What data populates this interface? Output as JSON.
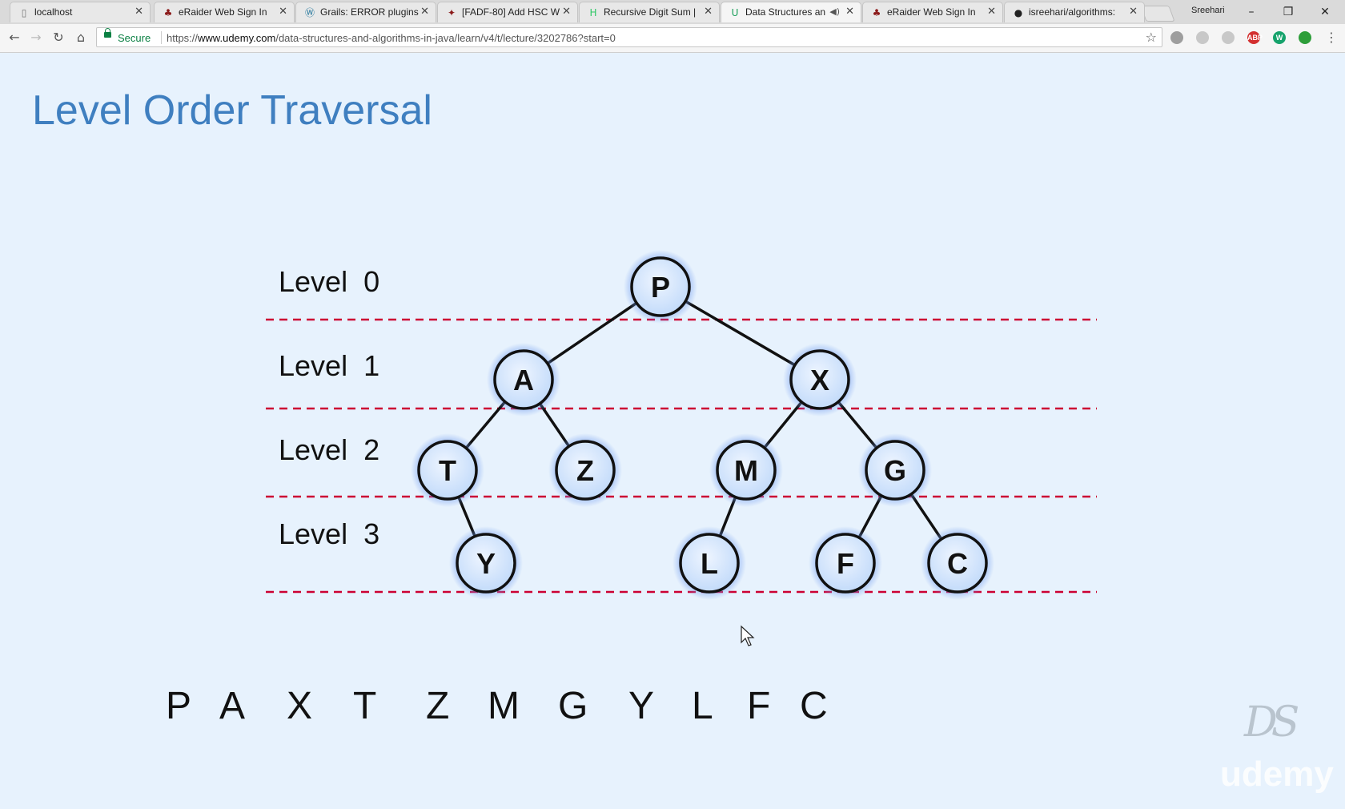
{
  "browser": {
    "tabs": [
      {
        "title": "localhost",
        "icon": "page-icon",
        "active": false
      },
      {
        "title": "eRaider Web Sign In",
        "icon": "ttu-icon",
        "active": false
      },
      {
        "title": "Grails: ERROR plugins",
        "icon": "wordpress-icon",
        "active": false
      },
      {
        "title": "[FADF-80] Add HSC W",
        "icon": "jira-icon",
        "active": false
      },
      {
        "title": "Recursive Digit Sum |",
        "icon": "hackerrank-icon",
        "active": false
      },
      {
        "title": "Data Structures an",
        "icon": "udemy-icon",
        "active": true,
        "audio": true
      },
      {
        "title": "eRaider Web Sign In",
        "icon": "ttu-icon",
        "active": false
      },
      {
        "title": "isreehari/algorithms:",
        "icon": "github-icon",
        "active": false
      }
    ],
    "profile_name": "Sreehari",
    "secure_label": "Secure",
    "url_scheme": "https://",
    "url_host": "www.udemy.com",
    "url_path": "/data-structures-and-algorithms-in-java/learn/v4/t/lecture/3202786?start=0",
    "extensions": [
      {
        "name": "extension-1-icon",
        "color": "#9e9e9e",
        "label": ""
      },
      {
        "name": "extension-2-icon",
        "color": "#c8c8c8",
        "label": ""
      },
      {
        "name": "extension-3-icon",
        "color": "#c8c8c8",
        "label": ""
      },
      {
        "name": "adblock-plus-icon",
        "color": "#d32f2f",
        "label": "ABP"
      },
      {
        "name": "grammarly-icon",
        "color": "#15a26b",
        "label": "W"
      },
      {
        "name": "extension-speaker-icon",
        "color": "#2e9e3a",
        "label": ""
      }
    ]
  },
  "slide": {
    "title": "Level Order Traversal",
    "levels": [
      "Level  0",
      "Level  1",
      "Level  2",
      "Level  3"
    ],
    "tree": {
      "nodes": [
        {
          "id": "P",
          "level": 0
        },
        {
          "id": "A",
          "level": 1
        },
        {
          "id": "X",
          "level": 1
        },
        {
          "id": "T",
          "level": 2
        },
        {
          "id": "Z",
          "level": 2
        },
        {
          "id": "M",
          "level": 2
        },
        {
          "id": "G",
          "level": 2
        },
        {
          "id": "Y",
          "level": 3
        },
        {
          "id": "L",
          "level": 3
        },
        {
          "id": "F",
          "level": 3
        },
        {
          "id": "C",
          "level": 3
        }
      ],
      "edges": [
        [
          "P",
          "A"
        ],
        [
          "P",
          "X"
        ],
        [
          "A",
          "T"
        ],
        [
          "A",
          "Z"
        ],
        [
          "X",
          "M"
        ],
        [
          "X",
          "G"
        ],
        [
          "T",
          "Y"
        ],
        [
          "M",
          "L"
        ],
        [
          "G",
          "F"
        ],
        [
          "G",
          "C"
        ]
      ],
      "colors": {
        "node_fill": "#cfe3fb",
        "node_glow": "#6f9bf0",
        "level_line": "#cc0033",
        "edge": "#111111"
      }
    },
    "traversal_order": [
      "P",
      "A",
      "X",
      "T",
      "Z",
      "M",
      "G",
      "Y",
      "L",
      "F",
      "C"
    ],
    "watermark_logo": "DS",
    "watermark_brand": "udemy"
  }
}
